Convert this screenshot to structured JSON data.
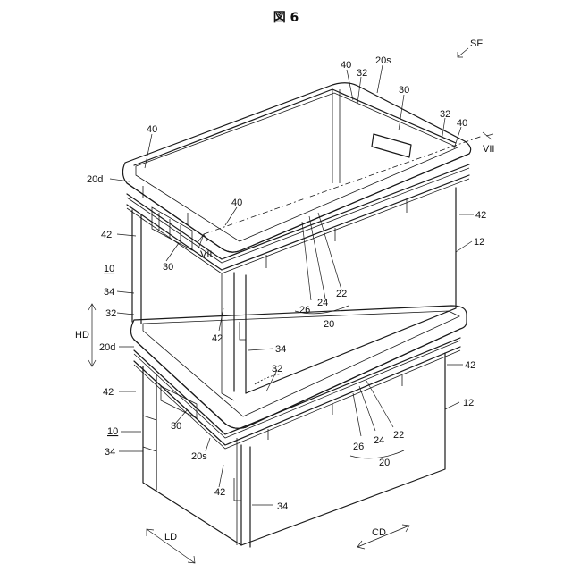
{
  "figure": {
    "title": "図 6"
  },
  "labels": {
    "sf": "SF",
    "vii_top": "VII",
    "vii_mid": "VII",
    "n40_a": "40",
    "n32_a": "32",
    "n20s_a": "20s",
    "n30_a": "30",
    "n32_b": "32",
    "n40_b": "40",
    "n40_c": "40",
    "n20d_a": "20d",
    "n40_d": "40",
    "n42_a": "42",
    "n42_b": "42",
    "n12_a": "12",
    "n30_b": "30",
    "n10_a": "10",
    "n34_a": "34",
    "n32_c": "32",
    "n26_a": "26",
    "n24_a": "24",
    "n22_a": "22",
    "n20_a": "20",
    "hd": "HD",
    "n20d_b": "20d",
    "n42_c": "42",
    "n34_b": "34",
    "n32_d": "32",
    "n42_d": "42",
    "n42_e": "42",
    "n12_b": "12",
    "n30_c": "30",
    "n10_b": "10",
    "n34_c": "34",
    "n20s_b": "20s",
    "n26_b": "26",
    "n24_b": "24",
    "n22_b": "22",
    "n20_b": "20",
    "n42_f": "42",
    "n34_d": "34",
    "ld": "LD",
    "cd": "CD"
  }
}
